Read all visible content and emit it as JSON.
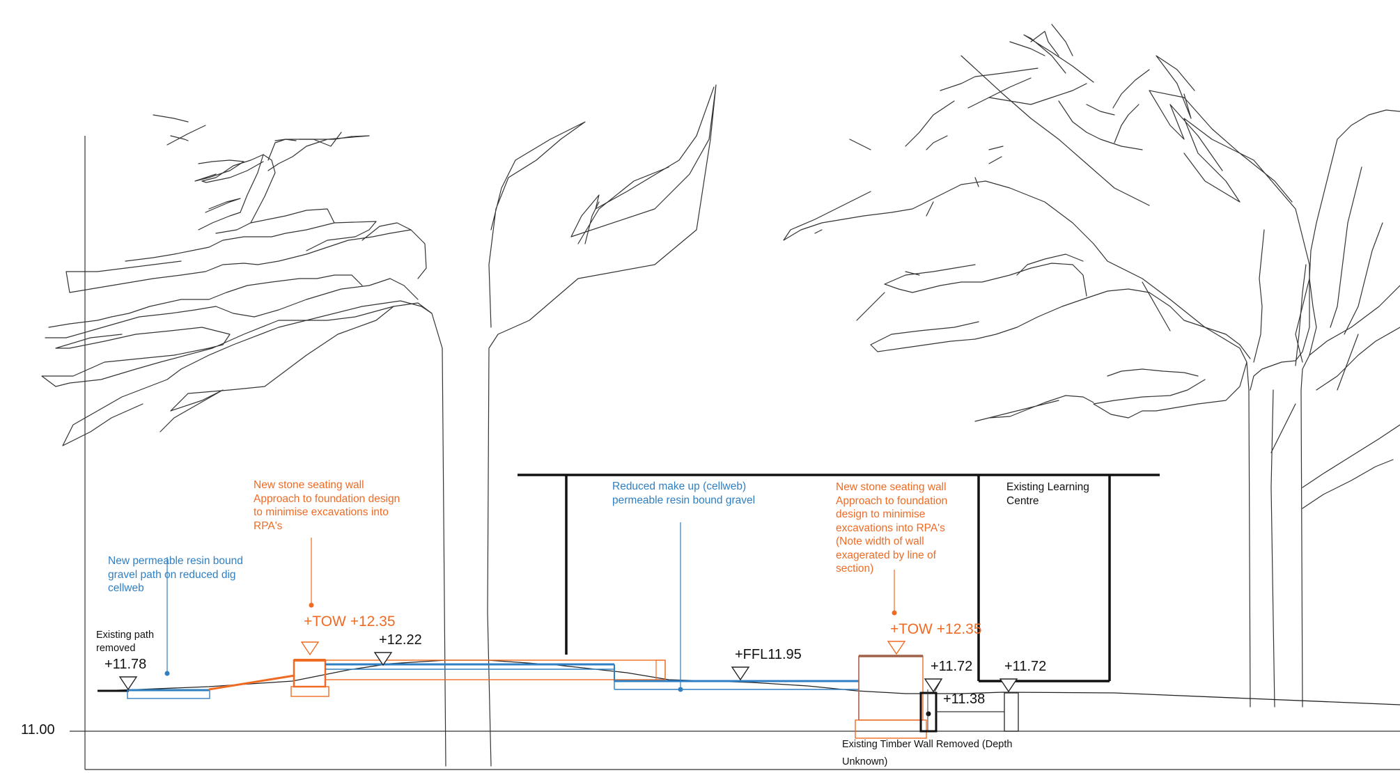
{
  "datum": {
    "label": "11.00"
  },
  "levels": {
    "existing_path": "+11.78",
    "tow_left": "+TOW +12.35",
    "top_bank": "+12.22",
    "ffl": "+FFL11.95",
    "tow_right": "+TOW +12.35",
    "level_a": "+11.72",
    "level_b": "+11.72",
    "level_c": "+11.38"
  },
  "annotations": {
    "existing_path_removed": [
      "Existing path",
      "removed"
    ],
    "new_path": [
      "New permeable resin bound",
      "gravel path on reduced dig",
      "cellweb"
    ],
    "stone_wall_left": [
      "New stone seating wall",
      "Approach to foundation design",
      "to minimise excavations into",
      "RPA's"
    ],
    "reduced_makeup": [
      "Reduced make up (cellweb)",
      "permeable resin bound gravel"
    ],
    "stone_wall_right": [
      "New stone seating wall",
      "Approach to foundation",
      "design to minimise",
      "excavations into RPA's",
      "(Note width of wall",
      "exagerated by line of",
      "section)"
    ],
    "learning_centre": [
      "Existing Learning",
      "Centre"
    ],
    "timber_wall": [
      "Existing Timber Wall Removed (Depth",
      "Unknown)"
    ]
  },
  "colors": {
    "line": "#333333",
    "blue": "#2f7fc2",
    "orange": "#ef6b24",
    "brown": "#a0614a"
  }
}
